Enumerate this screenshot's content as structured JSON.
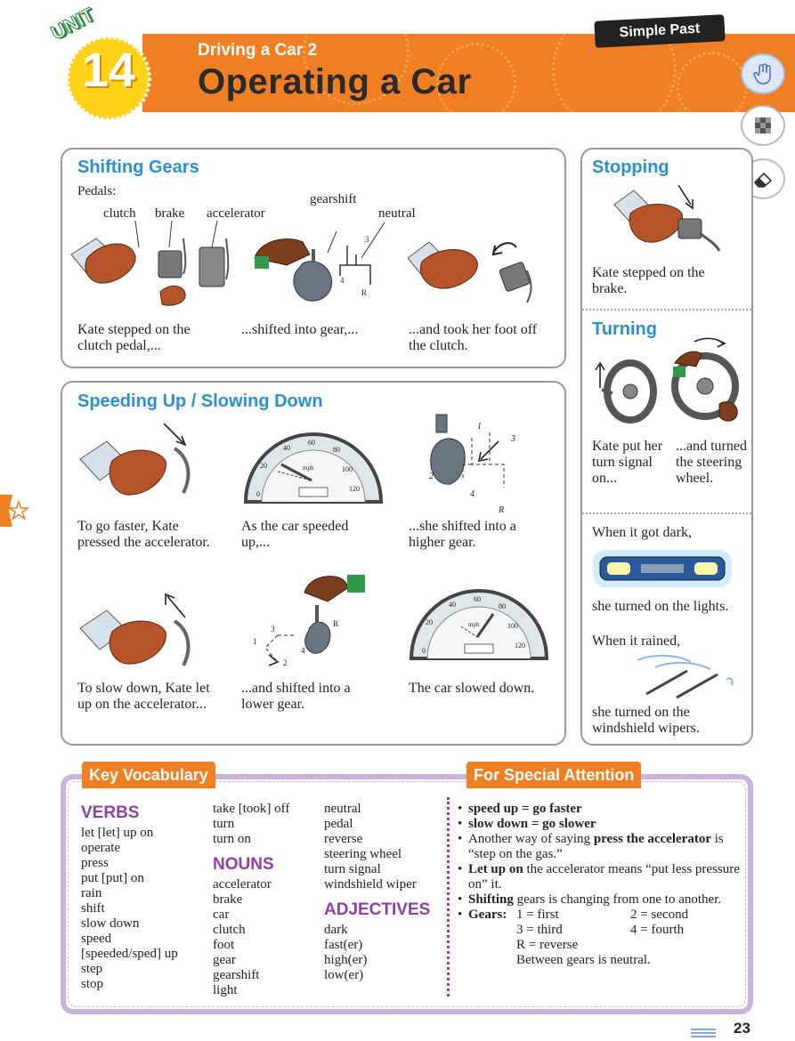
{
  "header": {
    "unit_label": "UNIT",
    "unit_number": "14",
    "subtitle": "Driving a Car 2",
    "title": "Operating a Car",
    "tag": "Simple Past"
  },
  "tools": {
    "icons": [
      "hand-icon",
      "pixelate-icon",
      "eraser-icon",
      "star-icon"
    ]
  },
  "shifting_gears": {
    "title": "Shifting Gears",
    "pedals_label": "Pedals:",
    "labels": [
      "clutch",
      "brake",
      "accelerator",
      "gearshift",
      "neutral"
    ],
    "captions": [
      "Kate stepped on the clutch pedal,...",
      "...shifted into gear,...",
      "...and took her foot off the clutch."
    ]
  },
  "speeding": {
    "title": "Speeding Up / Slowing Down",
    "captions": [
      "To go faster, Kate pressed the accelerator.",
      "As the car speeded up,...",
      "...she shifted into a higher gear.",
      "To slow down, Kate let up on the accelerator...",
      "...and shifted into a lower gear.",
      "The car slowed down."
    ],
    "speedo_ticks": [
      "0",
      "20",
      "40",
      "60",
      "80",
      "100",
      "120"
    ],
    "speedo_unit": "mph",
    "gear_numbers": [
      "1",
      "2",
      "3",
      "4",
      "R"
    ]
  },
  "stopping": {
    "title": "Stopping",
    "caption": "Kate stepped on the brake."
  },
  "turning": {
    "title": "Turning",
    "caption_left": "Kate put her turn signal on...",
    "caption_right": "...and turned the steering wheel.",
    "dark": "When it got dark,",
    "lights": "she turned on the lights.",
    "rained": "When it rained,",
    "wipers": "she turned on the windshield wipers."
  },
  "vocab": {
    "tab": "Key Vocabulary",
    "verbs_head": "VERBS",
    "verbs": [
      "let [let] up on",
      "operate",
      "press",
      "put [put] on",
      "rain",
      "shift",
      "slow down",
      "speed",
      "[speeded/sped] up",
      "step",
      "stop"
    ],
    "verbs2": [
      "take [took] off",
      "turn",
      "turn on"
    ],
    "nouns_head": "NOUNS",
    "nouns": [
      "accelerator",
      "brake",
      "car",
      "clutch",
      "foot",
      "gear",
      "gearshift",
      "light"
    ],
    "col3": [
      "neutral",
      "pedal",
      "reverse",
      "steering wheel",
      "turn signal",
      "windshield wiper"
    ],
    "adjectives_head": "ADJECTIVES",
    "adjectives": [
      "dark",
      "fast(er)",
      "high(er)",
      "low(er)"
    ]
  },
  "special": {
    "tab": "For Special Attention",
    "items": [
      {
        "bold": "speed up = go faster",
        "rest": ""
      },
      {
        "bold": "slow down = go slower",
        "rest": ""
      },
      {
        "pre": "Another way of saying ",
        "bold": "press the accelerator",
        "rest": " is “step on the gas.”"
      },
      {
        "bold": "Let up on",
        "rest": " the accelerator means “put less pressure on” it."
      },
      {
        "bold": "Shifting",
        "rest": " gears is changing from one to another."
      }
    ],
    "gears_label": "Gears:",
    "gears": [
      "1 = first",
      "2 = second",
      "3 = third",
      "4 = fourth",
      "R = reverse"
    ],
    "gears_note": "Between gears is neutral."
  },
  "page_number": "23",
  "colors": {
    "accent_orange": "#ef7f22",
    "title_blue": "#2a8fcf",
    "vocab_purple": "#8e3fa8",
    "frame_lilac": "#c9b4dd"
  }
}
